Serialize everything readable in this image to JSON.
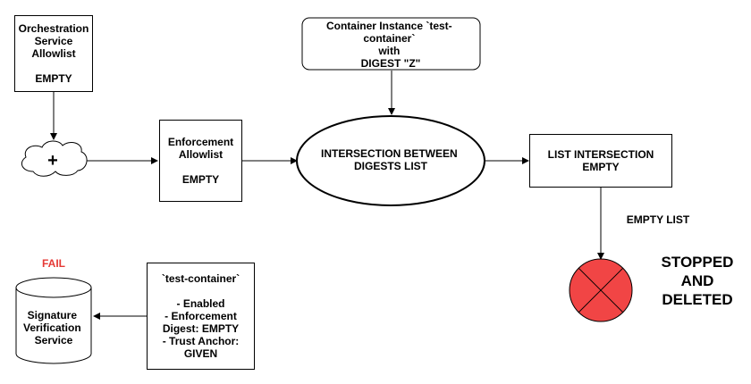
{
  "orchestration_allowlist": {
    "lines": [
      "Orchestration",
      "Service",
      "Allowlist"
    ],
    "status": "EMPTY"
  },
  "cloud": {
    "symbol": "+"
  },
  "enforcement_allowlist": {
    "lines": [
      "Enforcement",
      "Allowlist"
    ],
    "status": "EMPTY"
  },
  "container_instance": {
    "lines": [
      "Container Instance `test-",
      "container`",
      "with",
      "DIGEST \"Z\""
    ]
  },
  "intersection": {
    "lines": [
      "INTERSECTION BETWEEN",
      "DIGESTS LIST"
    ]
  },
  "list_intersection": {
    "lines": [
      "LIST INTERSECTION",
      "EMPTY"
    ]
  },
  "empty_list_label": "EMPTY LIST",
  "stop_indicator": {
    "fill": "#f14545"
  },
  "stopped_label": {
    "lines": [
      "STOPPED",
      "AND",
      "DELETED"
    ]
  },
  "fail_label": {
    "text": "FAIL",
    "color": "#e53935"
  },
  "signature_service": {
    "lines": [
      "Signature",
      "Verification",
      "Service"
    ]
  },
  "container_config": {
    "title": "`test-container`",
    "lines": [
      "- Enabled",
      "- Enforcement",
      "Digest: EMPTY",
      "- Trust Anchor:",
      "GIVEN"
    ]
  }
}
